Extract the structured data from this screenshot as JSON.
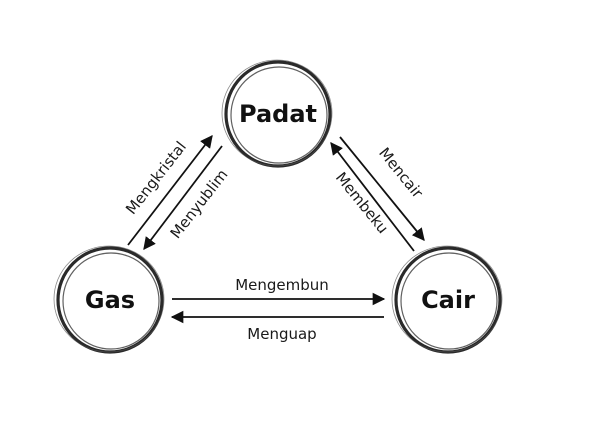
{
  "nodes": {
    "padat": {
      "label": "Padat"
    },
    "gas": {
      "label": "Gas"
    },
    "cair": {
      "label": "Cair"
    }
  },
  "transitions": {
    "mengkristal": {
      "label": "Mengkristal",
      "from": "Gas",
      "to": "Padat"
    },
    "menyublim": {
      "label": "Menyublim",
      "from": "Padat",
      "to": "Gas"
    },
    "mencair": {
      "label": "Mencair",
      "from": "Padat",
      "to": "Cair"
    },
    "membeku": {
      "label": "Membeku",
      "from": "Cair",
      "to": "Padat"
    },
    "mengembun": {
      "label": "Mengembun",
      "from": "Gas",
      "to": "Cair"
    },
    "menguap": {
      "label": "Menguap",
      "from": "Cair",
      "to": "Gas"
    }
  }
}
